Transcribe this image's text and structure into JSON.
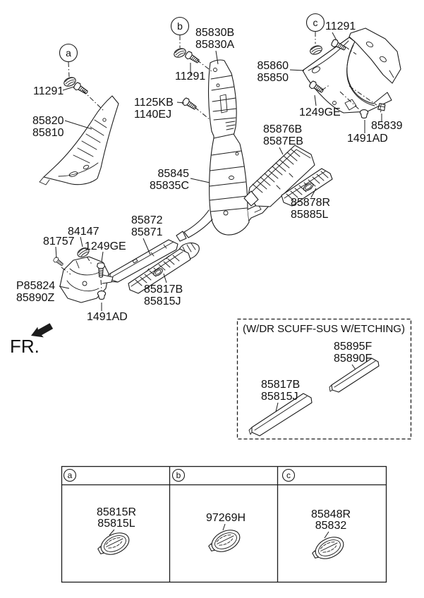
{
  "figure": {
    "fr_label": "FR.",
    "callouts": {
      "a": "a",
      "b": "b",
      "c": "c"
    },
    "labels": {
      "screw_a": "11291",
      "apillar_trim": [
        "85820",
        "85810"
      ],
      "bpillar_upper": [
        "85830B",
        "85830A"
      ],
      "screw_b": "11291",
      "bolt_b": [
        "1125KB",
        "1140EJ"
      ],
      "bpillar_lower": [
        "85845",
        "85835C"
      ],
      "screw_c": "11291",
      "cowl_side_rh": [
        "85860",
        "85850"
      ],
      "bolt_rh": "1249GE",
      "clip_rh": "85839",
      "grommet_rh": "1491AD",
      "rear_scuff_inner": [
        "85876B",
        "8587EB"
      ],
      "rear_scuff_outer": [
        "85878R",
        "85885L"
      ],
      "front_scuff_inner": [
        "85872",
        "85871"
      ],
      "clip_lh": "84147",
      "screw_lh": "81757",
      "bolt_lh": "1249GE",
      "cowl_side_lh": [
        "P85824",
        "85890Z"
      ],
      "grommet_lh": "1491AD",
      "front_scuff_outer": [
        "85817B",
        "85815J"
      ]
    }
  },
  "inset": {
    "title": "(W/DR SCUFF-SUS W/ETCHING)",
    "labels": {
      "rear_strip": [
        "85895F",
        "85890F"
      ],
      "front_strip": [
        "85817B",
        "85815J"
      ]
    }
  },
  "legend_table": {
    "cells": [
      {
        "callout": "a",
        "lines": [
          "85815R",
          "85815L"
        ]
      },
      {
        "callout": "b",
        "lines": [
          "97269H"
        ]
      },
      {
        "callout": "c",
        "lines": [
          "85848R",
          "85832"
        ]
      }
    ]
  },
  "colors": {
    "ink": "#1c1c1c",
    "background": "#ffffff"
  }
}
